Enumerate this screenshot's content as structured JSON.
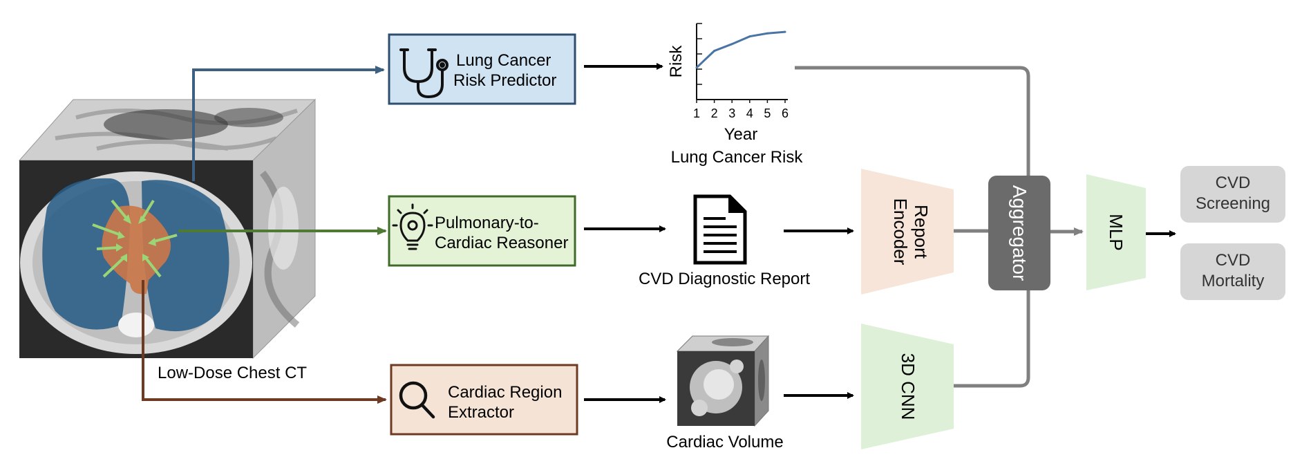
{
  "input": {
    "ct_label": "Low-Dose Chest CT"
  },
  "modules": {
    "lung_cancer": {
      "line1": "Lung Cancer",
      "line2": "Risk Predictor"
    },
    "reasoner": {
      "line1": "Pulmonary-to-",
      "line2": "Cardiac Reasoner"
    },
    "extractor": {
      "line1": "Cardiac Region",
      "line2": "Extractor"
    }
  },
  "outputs": {
    "risk_caption": "Lung Cancer Risk",
    "report_caption": "CVD Diagnostic Report",
    "volume_caption": "Cardiac Volume"
  },
  "encoders": {
    "report_line1": "Report",
    "report_line2": "Encoder",
    "cnn": "3D CNN"
  },
  "aggregator": "Aggregator",
  "mlp": "MLP",
  "tasks": {
    "screening_line1": "CVD",
    "screening_line2": "Screening",
    "mortality_line1": "CVD",
    "mortality_line2": "Mortality"
  },
  "colors": {
    "blue_path": "#3d5f80",
    "green_path": "#4f7a33",
    "brown_path": "#6e3a22",
    "lung_box_fill": "#cfe3f2",
    "reasoner_box_fill": "#e4f2d6",
    "extractor_box_fill": "#f5e4d6",
    "encoder_fill": "#f6e5d8",
    "cnn_fill": "#dff0d8",
    "mlp_fill": "#dff0d8",
    "aggregator_fill": "#6b6b6b",
    "task_fill": "#d6d6d6",
    "gray_line": "#808080"
  },
  "chart_data": {
    "type": "line",
    "title": "",
    "xlabel": "Year",
    "ylabel": "Risk",
    "x": [
      1,
      2,
      3,
      4,
      5,
      6
    ],
    "series": [
      {
        "values": [
          0.42,
          0.64,
          0.73,
          0.83,
          0.87,
          0.89
        ]
      }
    ],
    "xticks": [
      "1",
      "2",
      "3",
      "4",
      "5",
      "6"
    ],
    "xlim": [
      1,
      6
    ],
    "ylim": [
      0,
      1
    ],
    "grid": false
  }
}
